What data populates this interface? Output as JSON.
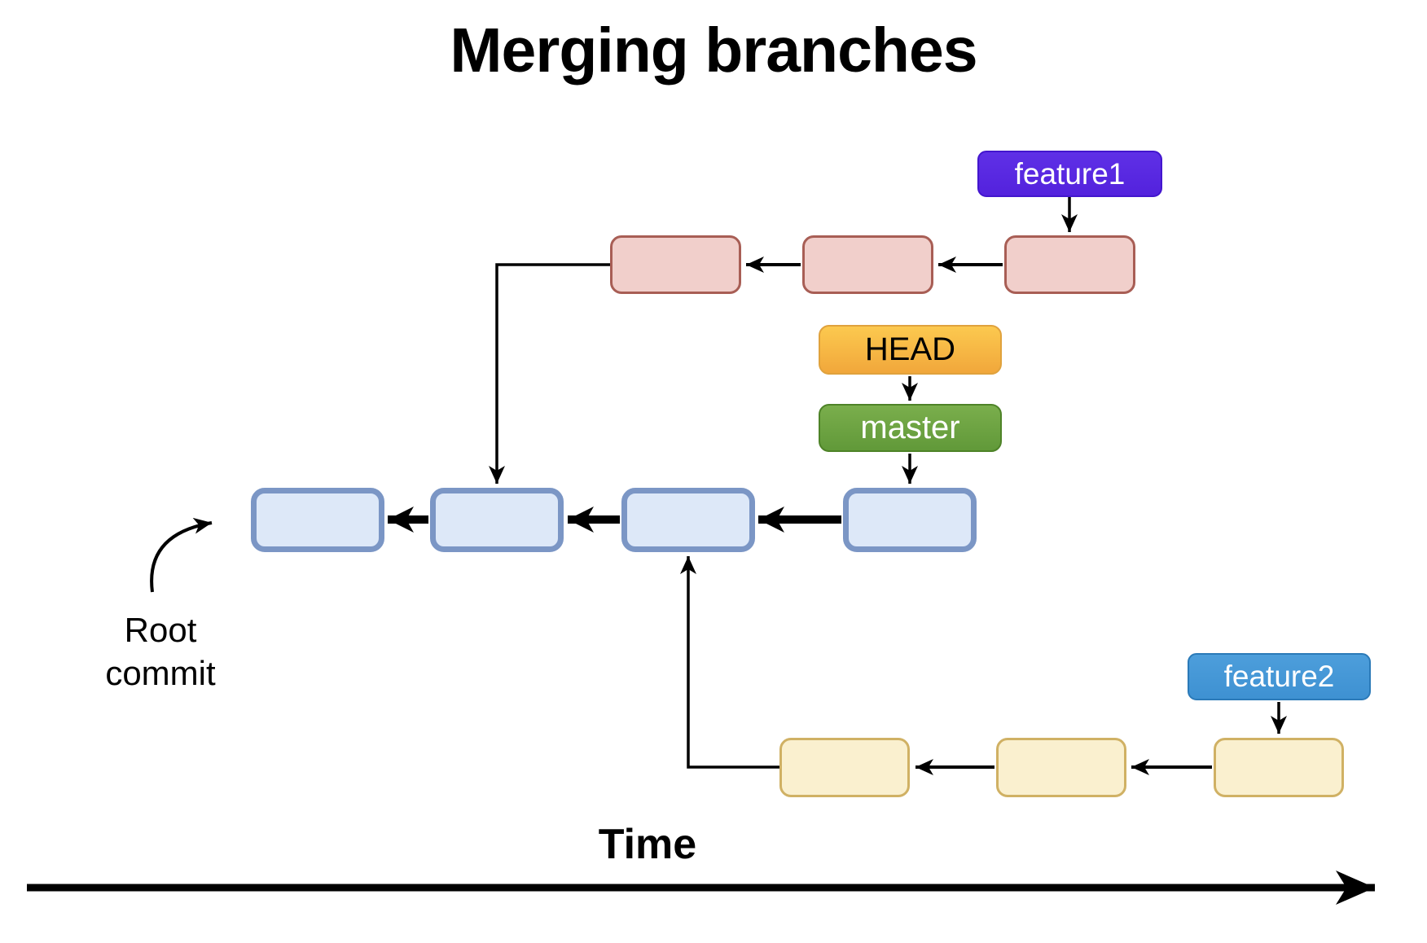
{
  "title": "Merging branches",
  "labels": {
    "feature1": "feature1",
    "head": "HEAD",
    "master": "master",
    "feature2": "feature2",
    "root_commit": {
      "line1": "Root",
      "line2": "commit"
    },
    "time_axis": "Time"
  },
  "colors": {
    "feature1_tag": "#5b2ae2",
    "head_tag": "#f5b844",
    "master_tag": "#6ea63f",
    "feature2_tag": "#4496d6",
    "master_commit_fill": "#dde8f8",
    "master_commit_border": "#7b96c5",
    "feature1_commit_fill": "#f1cfcb",
    "feature1_commit_border": "#a85e55",
    "feature2_commit_fill": "#faf0cf",
    "feature2_commit_border": "#d0b164",
    "arrow": "#000000"
  },
  "diagram": {
    "type": "git-branch-merge-diagram",
    "master_commit_count": 4,
    "feature1_commit_count": 3,
    "feature2_commit_count": 3,
    "head_points_to": "master",
    "feature1_merges_into": "second master commit (top)",
    "feature2_merges_into": "third master commit (bottom)",
    "root_commit_annotation_target": "first master commit"
  }
}
